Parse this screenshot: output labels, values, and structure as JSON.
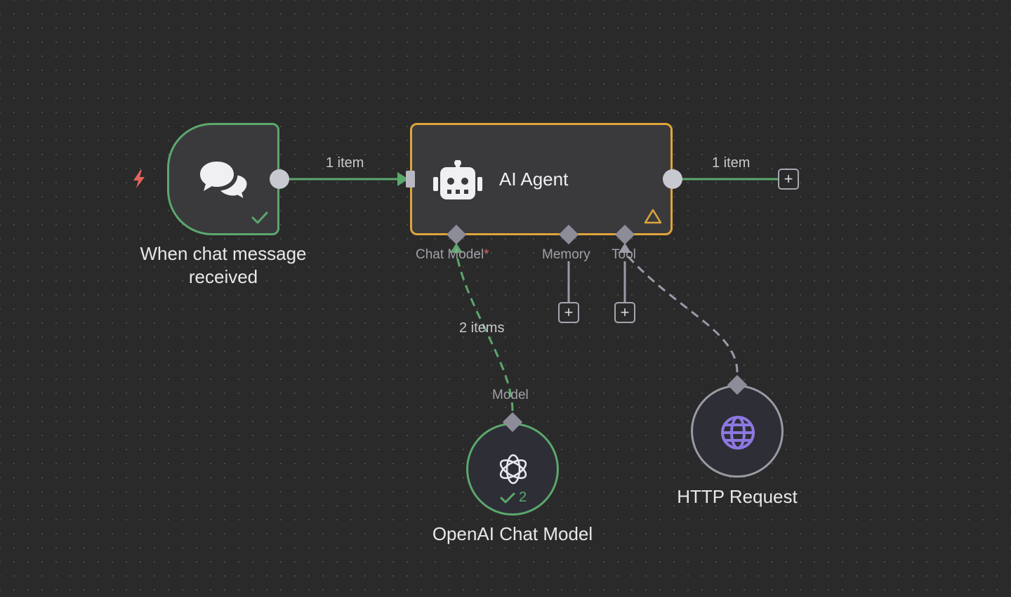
{
  "nodes": {
    "trigger": {
      "label_line1": "When chat message",
      "label_line2": "received",
      "icon": "chat-bubbles-icon",
      "status_icon": "check-icon",
      "trigger_icon": "lightning-icon"
    },
    "agent": {
      "label": "AI Agent",
      "icon": "robot-icon",
      "warning_icon": "warning-triangle-icon",
      "ports": {
        "chat_model": "Chat Model",
        "chat_model_required": "*",
        "memory": "Memory",
        "tool": "Tool"
      }
    },
    "openai": {
      "label": "OpenAI Chat Model",
      "port": "Model",
      "icon": "openai-logo-icon",
      "status_icon": "check-icon",
      "run_count": "2"
    },
    "http": {
      "label": "HTTP Request",
      "icon": "globe-icon"
    }
  },
  "edges": {
    "trigger_to_agent": "1 item",
    "agent_output": "1 item",
    "model_to_agent": "2 items"
  },
  "buttons": {
    "add_symbol": "+"
  },
  "colors": {
    "canvas_bg": "#2a2a2b",
    "node_bg": "#3a3a3d",
    "success": "#5ba86d",
    "warning": "#e0a43a",
    "error": "#e0645a",
    "port": "#8d8d99",
    "globe": "#8d78e0"
  }
}
